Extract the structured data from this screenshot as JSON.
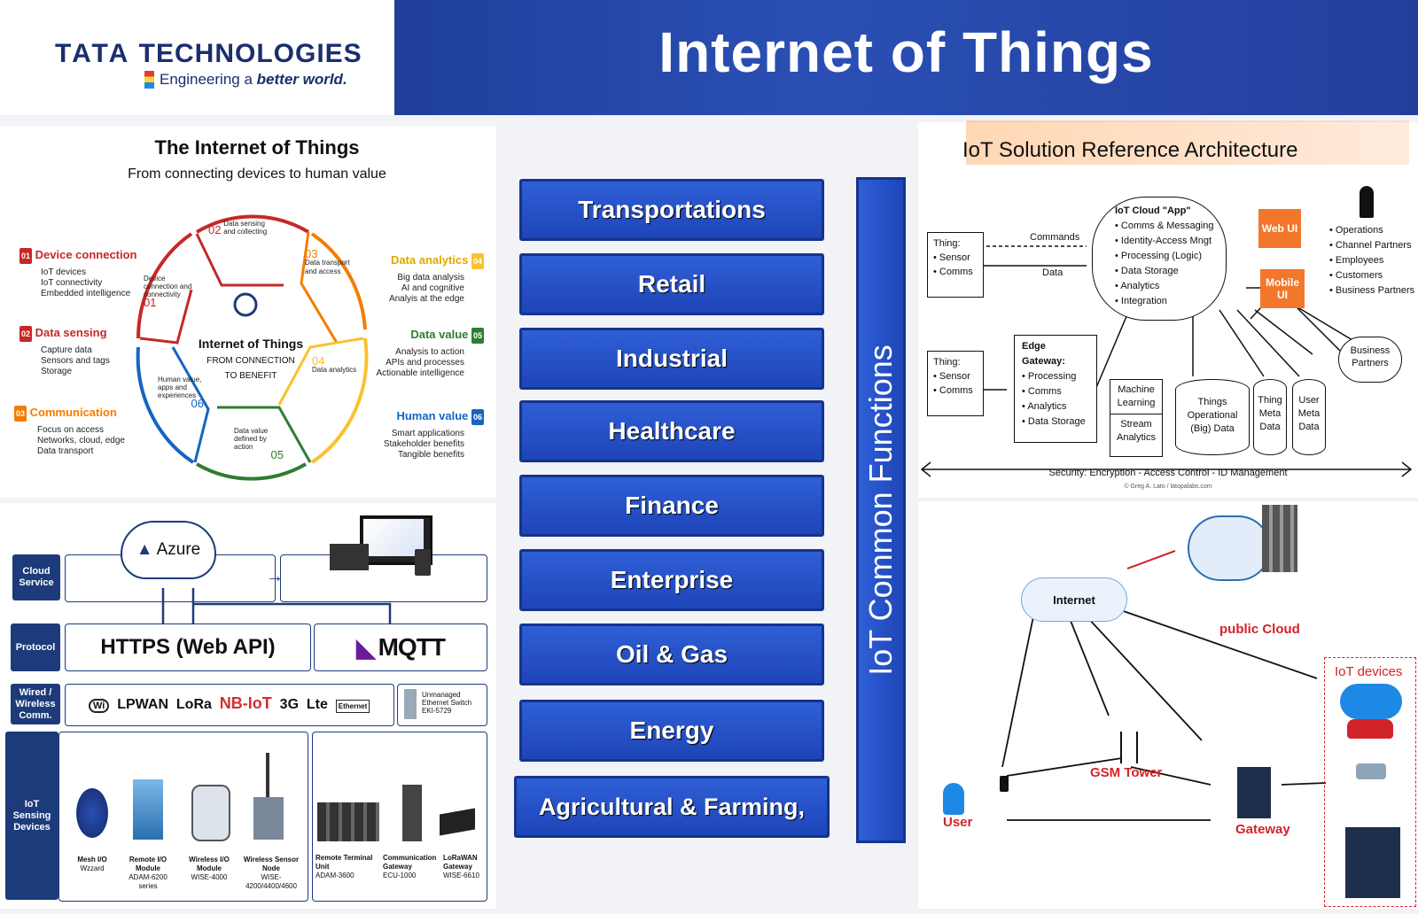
{
  "header": {
    "brand_name": "TATA",
    "brand_suffix": "TECHNOLOGIES",
    "tagline_prefix": "Engineering a",
    "tagline_emphasis": "better world.",
    "title": "Internet of Things"
  },
  "cycle": {
    "title": "The Internet of Things",
    "subtitle": "From connecting devices to human value",
    "center_title": "Internet of Things",
    "center_sub1": "FROM CONNECTION",
    "center_sub2": "TO BENEFIT",
    "left_steps": [
      {
        "num": "01",
        "title": "Device connection",
        "lines": [
          "IoT devices",
          "IoT connectivity",
          "Embedded intelligence"
        ],
        "color": "#c62828"
      },
      {
        "num": "02",
        "title": "Data sensing",
        "lines": [
          "Capture data",
          "Sensors and tags",
          "Storage"
        ],
        "color": "#c62828"
      },
      {
        "num": "03",
        "title": "Communication",
        "lines": [
          "Focus on access",
          "Networks, cloud, edge",
          "Data transport"
        ],
        "color": "#f57c00"
      }
    ],
    "right_steps": [
      {
        "num": "04",
        "title": "Data analytics",
        "lines": [
          "Big data analysis",
          "AI and cognitive",
          "Analyis at the edge"
        ],
        "color": "#fbc02d"
      },
      {
        "num": "05",
        "title": "Data value",
        "lines": [
          "Analysis to action",
          "APIs and processes",
          "Actionable intelligence"
        ],
        "color": "#2e7d32"
      },
      {
        "num": "06",
        "title": "Human value",
        "lines": [
          "Smart applications",
          "Stakeholder benefits",
          "Tangible benefits"
        ],
        "color": "#1565c0"
      }
    ],
    "ring": [
      {
        "num": "02",
        "text": "Data sensing and collecting"
      },
      {
        "num": "03",
        "text": "Data transport and access"
      },
      {
        "num": "04",
        "text": "Data analytics"
      },
      {
        "num": "05",
        "text": "Data value defined by action"
      },
      {
        "num": "06",
        "text": "Human value, apps and experiences"
      },
      {
        "num": "01",
        "text": "Device connection and connectivity"
      }
    ]
  },
  "stack": {
    "layers": [
      "Cloud Service",
      "Protocol",
      "Wired / Wireless Comm.",
      "IoT Sensing Devices"
    ],
    "azure": "Azure",
    "https": "HTTPS (Web API)",
    "mqtt": "MQTT",
    "comm": [
      "LPWAN",
      "LoRa",
      "NB-IoT",
      "3G",
      "Lte",
      "Ethernet"
    ],
    "switch_label": "Unmanaged Ethernet Switch",
    "switch_model": "EKI-5729",
    "devices": [
      {
        "name": "Mesh I/O",
        "model": "Wzzard"
      },
      {
        "name": "Remote I/O Module",
        "model": "ADAM-6200 series"
      },
      {
        "name": "Wireless I/O Module",
        "model": "WISE-4000"
      },
      {
        "name": "Wireless Sensor Node",
        "model": "WISE-4200/4400/4600"
      },
      {
        "name": "Remote Terminal Unit",
        "model": "ADAM-3600"
      },
      {
        "name": "Communication Gateway",
        "model": "ECU-1000"
      },
      {
        "name": "LoRaWAN Gateway",
        "model": "WISE-6610"
      }
    ]
  },
  "industries": [
    "Transportations",
    "Retail",
    "Industrial",
    "Healthcare",
    "Finance",
    "Enterprise",
    "Oil & Gas",
    "Energy",
    "Agricultural & Farming,"
  ],
  "common_functions": "IoT Common Functions",
  "architecture": {
    "title": "IoT Solution Reference Architecture",
    "cloud_app_title": "IoT Cloud \"App\"",
    "cloud_app_items": [
      "Comms & Messaging",
      "Identity-Access Mngt",
      "Processing (Logic)",
      "Data Storage",
      "Analytics",
      "Integration"
    ],
    "thing1_title": "Thing:",
    "thing_items": [
      "Sensor",
      "Comms"
    ],
    "thing2_title": "Thing:",
    "commands": "Commands",
    "data": "Data",
    "edge_title": "Edge Gateway:",
    "edge_items": [
      "Processing",
      "Comms",
      "Analytics",
      "Data Storage"
    ],
    "web_ui": "Web UI",
    "mobile_ui": "Mobile UI",
    "users": [
      "Operations",
      "Channel Partners",
      "Employees",
      "Customers",
      "Business Partners"
    ],
    "business_partners": "Business Partners",
    "ml": "Machine Learning",
    "stream": "Stream Analytics",
    "things_data": "Things Operational (Big) Data",
    "thing_meta": "Thing Meta Data",
    "user_meta": "User Meta Data",
    "security": "Security:  Encryption  -  Access Control  -  ID Management",
    "credit": "© Greg A. Lato / latopalabs.com"
  },
  "network": {
    "internet": "Internet",
    "public_cloud": "public Cloud",
    "iot_devices": "IoT devices",
    "gsm": "GSM Tower",
    "user": "User",
    "gateway": "Gateway"
  }
}
